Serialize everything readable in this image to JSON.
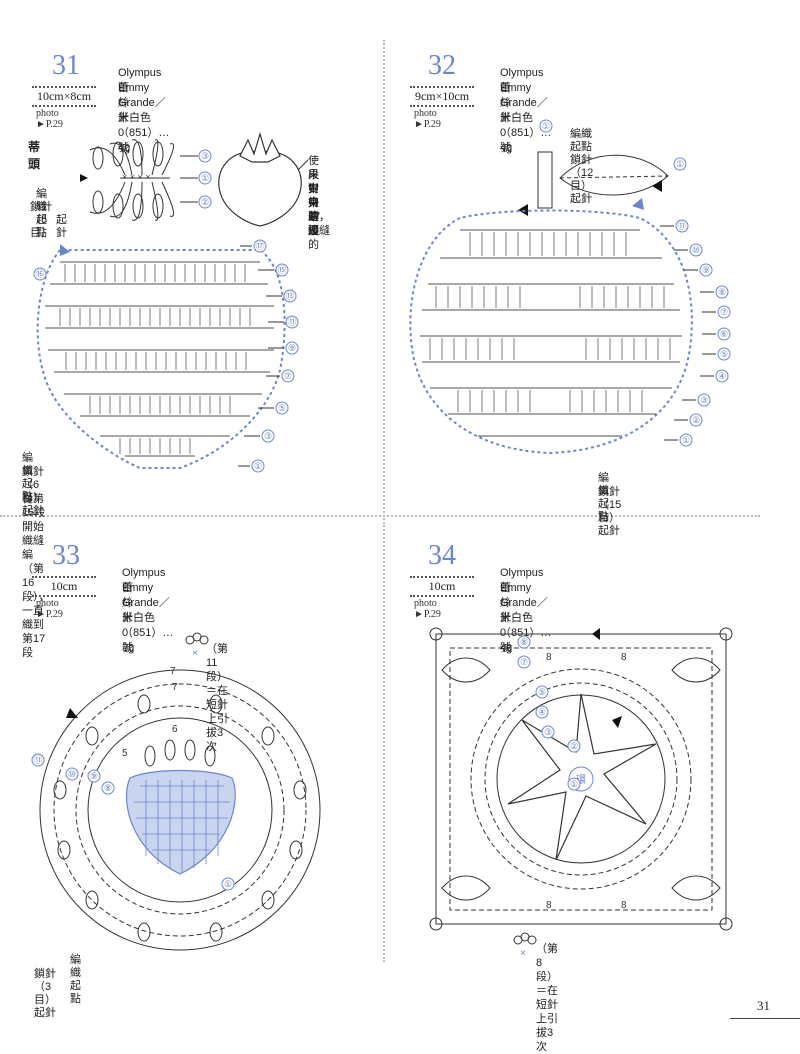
{
  "page_number": "31",
  "patterns": [
    {
      "number": "31",
      "size": "10cm×8cm",
      "photo": "photo ►P.29",
      "yarn": "Olympus Emmy Grande／米白色（851）…4g",
      "hook": "蕾絲針0號",
      "section_title": "蒂頭",
      "stem_start": [
        "編織起點",
        "鎖針（5目）",
        "起針"
      ],
      "stem_note": [
        "使果實第17",
        "段中央的邊",
        "對齊蒂頭的",
        "中心，綴縫",
        "連接"
      ],
      "body_start": [
        "編織起點",
        "鎖針（6目）起針"
      ],
      "footer": "從第15段開始織縫編（第16段），一直織到第17段",
      "rows_right": [
        "⑰",
        "⑮",
        "⑬",
        "⑪",
        "⑨",
        "⑦",
        "⑤",
        "③",
        "①"
      ],
      "rows_left": [
        "⑯"
      ],
      "stem_rows": [
        "③",
        "①",
        "②"
      ]
    },
    {
      "number": "32",
      "size": "9cm×10cm",
      "photo": "photo ►P.29",
      "yarn": "Olympus Emmy Grande／米白色（851）…4g",
      "hook": "蕾絲針0號",
      "leaf_start": "編織起點　鎖針（12目）起針",
      "body_start": [
        "編織起點",
        "鎖針（15目）起針"
      ],
      "rows_right": [
        "⑪",
        "⑩",
        "⑨",
        "⑧",
        "⑦",
        "⑥",
        "⑤",
        "④",
        "③",
        "②",
        "①"
      ],
      "stem_rows": [
        "①",
        "①"
      ]
    },
    {
      "number": "33",
      "size": "10cm",
      "photo": "photo ►P.29",
      "yarn": "Olympus Emmy Grande／米白色（851）…3g",
      "hook": "蕾絲針0號",
      "legend": "（第11段）＝在短針上引拔3次",
      "body_start": [
        "編織起點",
        "鎖針（3目）起針"
      ],
      "rows": [
        "⑪",
        "⑩",
        "⑨",
        "⑧",
        "①"
      ],
      "chain_counts": [
        "7",
        "7",
        "6",
        "5"
      ]
    },
    {
      "number": "34",
      "size": "10cm",
      "photo": "photo ►P.29",
      "yarn": "Olympus Emmy Grande／米白色（851）…4g",
      "hook": "蕾絲針0號",
      "legend": "（第8段）＝在短針上引拔3次",
      "center": "環",
      "rows": [
        "⑧",
        "⑦",
        "⑤",
        "④",
        "③",
        "②",
        "①"
      ],
      "chain_counts": [
        "8",
        "8",
        "8",
        "8"
      ]
    }
  ],
  "colors": {
    "accent": "#6d86c9",
    "fill": "#c9d5ef",
    "ink": "#222222"
  }
}
